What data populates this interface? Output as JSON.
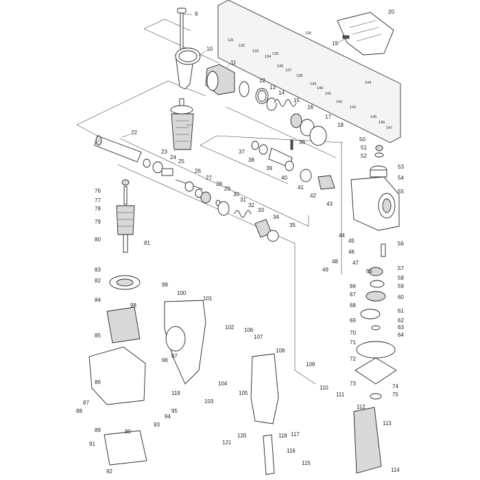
{
  "diagram": {
    "background": "#ffffff",
    "ink_color": "#222222",
    "panel_color": "#f2f2f2",
    "part_numbers": [
      "9",
      "10",
      "11",
      "12",
      "13",
      "14",
      "15",
      "16",
      "17",
      "18",
      "19",
      "20",
      "22",
      "23",
      "24",
      "25",
      "26",
      "27",
      "28",
      "29",
      "30",
      "31",
      "32",
      "33",
      "34",
      "35",
      "36",
      "37",
      "38",
      "39",
      "40",
      "41",
      "42",
      "43",
      "44",
      "45",
      "46",
      "47",
      "48",
      "49",
      "50",
      "51",
      "52",
      "53",
      "54",
      "55",
      "56",
      "57",
      "58",
      "59",
      "60",
      "61",
      "62",
      "63",
      "64",
      "65",
      "66",
      "67",
      "68",
      "69",
      "70",
      "71",
      "72",
      "73",
      "74",
      "75",
      "76",
      "77",
      "78",
      "79",
      "80",
      "81",
      "82",
      "83",
      "84",
      "85",
      "86",
      "87",
      "88",
      "89",
      "90",
      "91",
      "92",
      "93",
      "94",
      "95",
      "96",
      "97",
      "98",
      "99",
      "100",
      "101",
      "102",
      "103",
      "104",
      "105",
      "106",
      "107",
      "108",
      "109",
      "110",
      "111",
      "112",
      "113",
      "114",
      "115",
      "116",
      "117",
      "118",
      "119",
      "120",
      "121",
      "130",
      "131",
      "132",
      "133",
      "134",
      "135",
      "136",
      "137",
      "138",
      "139",
      "140",
      "141",
      "142",
      "143",
      "144",
      "145",
      "146",
      "147"
    ]
  }
}
